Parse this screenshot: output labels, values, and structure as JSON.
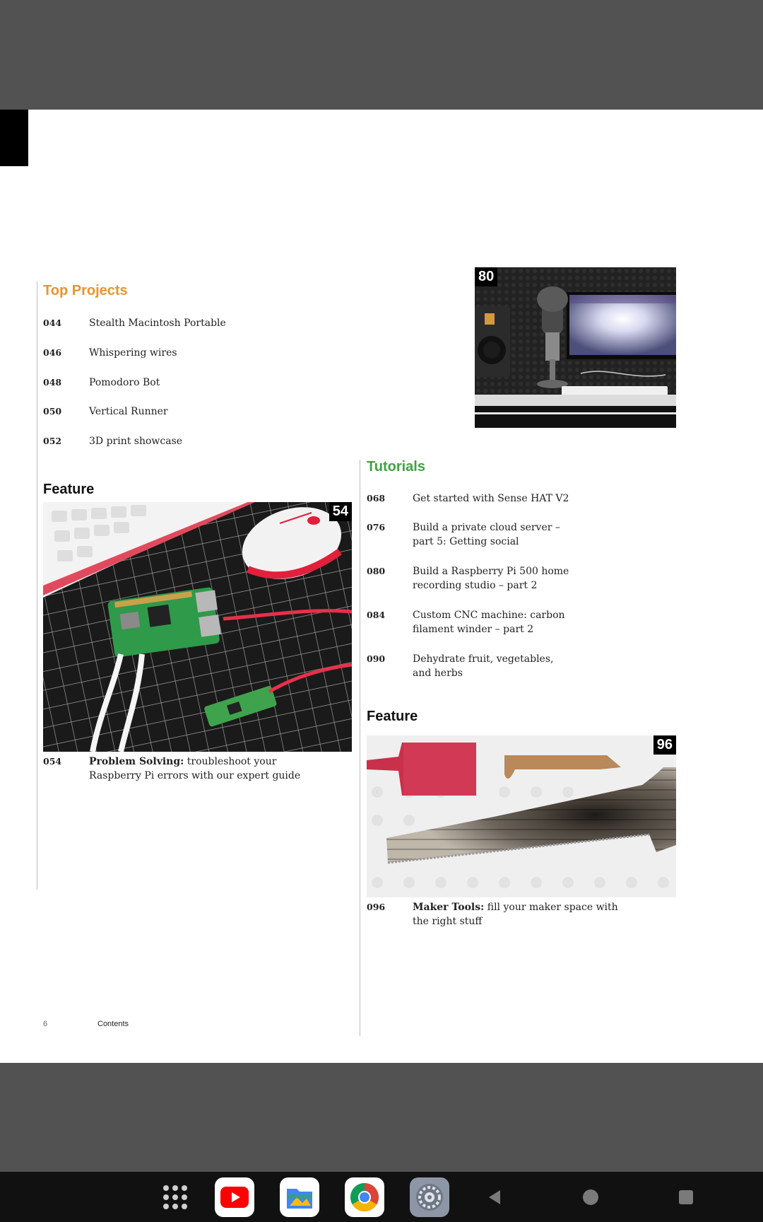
{
  "top_projects": {
    "heading": "Top Projects",
    "items": [
      {
        "num": "044",
        "title": "Stealth Macintosh Portable"
      },
      {
        "num": "046",
        "title": "Whispering wires"
      },
      {
        "num": "048",
        "title": "Pomodoro Bot"
      },
      {
        "num": "050",
        "title": "Vertical Runner"
      },
      {
        "num": "052",
        "title": "3D print showcase"
      }
    ]
  },
  "feature_left": {
    "heading": "Feature",
    "badge": "54",
    "num": "054",
    "title_bold": "Problem Solving:",
    "title_rest": " troubleshoot your Raspberry Pi errors with our expert guide"
  },
  "photo_top_right": {
    "badge": "80"
  },
  "tutorials": {
    "heading": "Tutorials",
    "items": [
      {
        "num": "068",
        "title": "Get started with Sense HAT V2"
      },
      {
        "num": "076",
        "title": "Build a private cloud server – part 5: Getting social"
      },
      {
        "num": "080",
        "title": "Build a Raspberry Pi 500 home recording studio – part 2"
      },
      {
        "num": "084",
        "title": "Custom CNC machine: carbon filament winder – part 2"
      },
      {
        "num": "090",
        "title": "Dehydrate fruit, vegetables, and herbs"
      }
    ]
  },
  "feature_right": {
    "heading": "Feature",
    "badge": "96",
    "num": "096",
    "title_bold": "Maker Tools:",
    "title_rest": " fill your maker space with the right stuff"
  },
  "footer": {
    "page_number": "6",
    "label": "Contents"
  },
  "colors": {
    "orange": "#e8952c",
    "green": "#3fa343",
    "viewer_bg": "#525252",
    "navbar": "#111111"
  },
  "navbar": {
    "apps": [
      "app-drawer-icon",
      "youtube-icon",
      "files-icon",
      "chrome-icon",
      "settings-icon"
    ],
    "system": [
      "back-icon",
      "home-icon",
      "recents-icon"
    ]
  }
}
